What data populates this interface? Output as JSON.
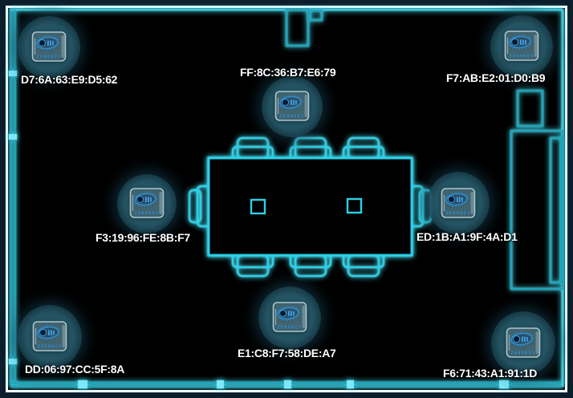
{
  "map": {
    "background_color": "#000000",
    "frame_border_color": "#0c1d2b",
    "frame_inner_ring_color": "#ffffff",
    "wall_color": "#1da4bc",
    "furniture_color": "#2bd0e8",
    "device_halo_color": "#1b4653",
    "label_text_color": "#ffffff"
  },
  "device_icon": {
    "brand": "ZEROKEY",
    "logo_color": "#2e8fd0"
  },
  "devices": [
    {
      "mac": "D7:6A:63:E9:D5:62",
      "label_position": "below-icon",
      "location": "top-left"
    },
    {
      "mac": "FF:8C:36:B7:E6:79",
      "label_position": "above-icon",
      "location": "top-center"
    },
    {
      "mac": "F7:AB:E2:01:D0:B9",
      "label_position": "below-icon",
      "location": "top-right"
    },
    {
      "mac": "F3:19:96:FE:8B:F7",
      "label_position": "below-icon",
      "location": "middle-left"
    },
    {
      "mac": "ED:1B:A1:9F:4A:D1",
      "label_position": "below-icon",
      "location": "middle-right"
    },
    {
      "mac": "E1:C8:F7:58:DE:A7",
      "label_position": "below-icon",
      "location": "bottom-center"
    },
    {
      "mac": "DD:06:97:CC:5F:8A",
      "label_position": "below-icon",
      "location": "bottom-left"
    },
    {
      "mac": "F6:71:43:A1:91:1D",
      "label_position": "below-icon",
      "location": "bottom-right"
    }
  ],
  "floorplan": {
    "room": "conference-room",
    "furniture": [
      "conference-table",
      "eight-chairs",
      "two-table-grommets",
      "top-wall-stub",
      "right-wall-cabinet"
    ]
  }
}
